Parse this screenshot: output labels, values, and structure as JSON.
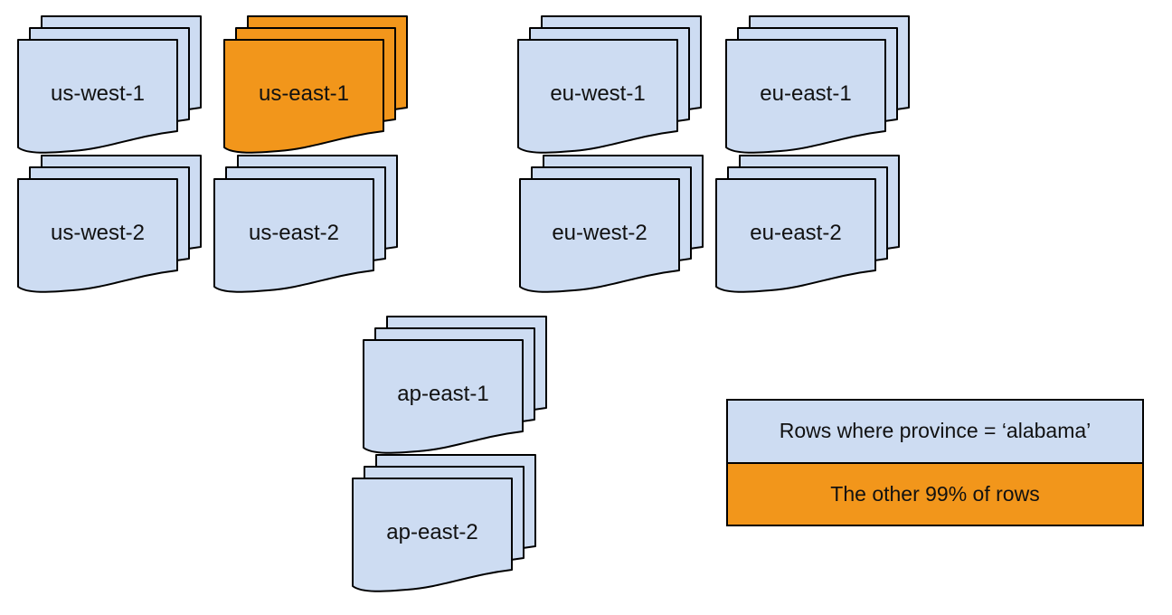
{
  "colors": {
    "partition_fill": "#CDDCF2",
    "highlight_fill": "#F2961B",
    "stroke": "#000000",
    "text": "#111111"
  },
  "stacks": [
    {
      "label": "us-west-1",
      "highlighted": false
    },
    {
      "label": "us-east-1",
      "highlighted": true
    },
    {
      "label": "eu-west-1",
      "highlighted": false
    },
    {
      "label": "eu-east-1",
      "highlighted": false
    },
    {
      "label": "us-west-2",
      "highlighted": false
    },
    {
      "label": "us-east-2",
      "highlighted": false
    },
    {
      "label": "eu-west-2",
      "highlighted": false
    },
    {
      "label": "eu-east-2",
      "highlighted": false
    },
    {
      "label": "ap-east-1",
      "highlighted": false
    },
    {
      "label": "ap-east-2",
      "highlighted": false
    }
  ],
  "legend": {
    "items": [
      {
        "label": "Rows where province = ‘alabama’",
        "color_key": "partition_fill"
      },
      {
        "label": "The other 99% of rows",
        "color_key": "highlight_fill"
      }
    ]
  }
}
